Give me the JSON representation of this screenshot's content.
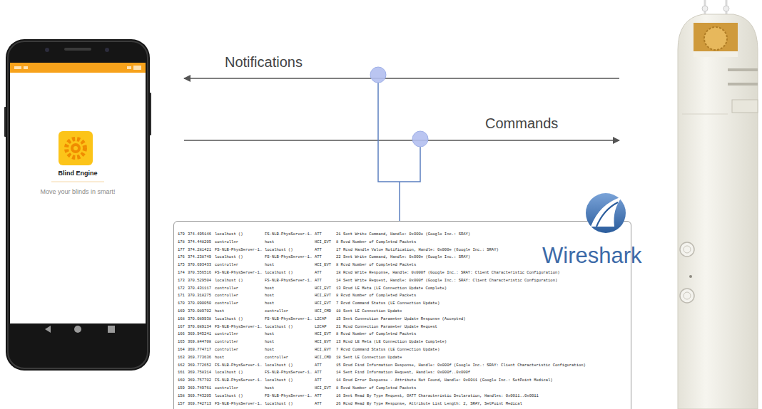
{
  "diagram": {
    "nodes": [
      {
        "text": [
          "Blind Engine",
          "Move your blinds in smart!"
        ]
      },
      {
        "text": [
          "179",
          "374.495146",
          "localhost ()",
          "FS-NLB-PhysServer-1…",
          "ATT",
          "21 Sent Write Command, Handle: 0x000e (Google Inc.: SRAY)",
          "178",
          "374.448205",
          "controller",
          "host",
          "HCI_EVT",
          "8 Rcvd Number of Completed Packets",
          "177",
          "374.281421",
          "FS-NLB-PhysServer-1…",
          "localhost ()",
          "ATT",
          "17 Rcvd Handle Value Notification, Handle: 0x000e (Google Inc.: SRAY)",
          "176",
          "374.238749",
          "localhost ()",
          "FS-NLB-PhysServer-1…",
          "ATT",
          "22 Sent Write Command, Handle: 0x000e (Google Inc.: SRAY)",
          "175",
          "370.693433",
          "controller",
          "host",
          "HCI_EVT",
          "8 Rcvd Number of Completed Packets",
          "174",
          "370.556516",
          "FS-NLB-PhysServer-1…",
          "localhost ()",
          "ATT",
          "18 Rcvd Write Response, Handle: 0x000f (Google Inc.: SRAY: Client Characteristic Configuration)",
          "173",
          "370.529504",
          "localhost ()",
          "FS-NLB-PhysServer-1…",
          "ATT",
          "14 Sent Write Request, Handle: 0x000f (Google Inc.: SRAY: Client Characteristic Configuration)",
          "172",
          "370.431117",
          "controller",
          "host",
          "HCI_EVT",
          "13 Rcvd LE Meta (LE Connection Update Complete)",
          "171",
          "370.318275",
          "controller",
          "host",
          "HCI_EVT",
          "8 Rcvd Number of Completed Packets",
          "170",
          "370.090050",
          "controller",
          "host",
          "HCI_EVT",
          "7 Rcvd Command Status (LE Connection Update)",
          "169",
          "370.089702",
          "host",
          "controller",
          "HCI_CMD",
          "18 Sent LE Connection Update",
          "168",
          "370.089938",
          "localhost ()",
          "FS-NLB-PhysServer-1…",
          "L2CAP",
          "15 Sent Connection Parameter Update Response (Accepted)",
          "167",
          "370.089134",
          "FS-NLB-PhysServer-1…",
          "localhost ()",
          "L2CAP",
          "21 Rcvd Connection Parameter Update Request",
          "166",
          "369.945241",
          "controller",
          "host",
          "HCI_EVT",
          "8 Rcvd Number of Completed Packets",
          "165",
          "369.844708",
          "controller",
          "host",
          "HCI_EVT",
          "13 Rcvd LE Meta (LE Connection Update Complete)",
          "164",
          "369.774717",
          "controller",
          "host",
          "HCI_EVT",
          "7 Rcvd Command Status (LE Connection Update)",
          "163",
          "369.773636",
          "host",
          "controller",
          "HCI_CMD",
          "18 Sent LE Connection Update",
          "162",
          "369.772652",
          "FS-NLB-PhysServer-1…",
          "localhost ()",
          "ATT",
          "15 Rcvd Find Information Response, Handle: 0x000f (Google Inc.: SRAY: Client Characteristic Configuration)",
          "161",
          "369.758314",
          "localhost ()",
          "FS-NLB-PhysServer-1…",
          "ATT",
          "14 Sent Find Information Request, Handles: 0x000f..0x000f",
          "160",
          "369.757702",
          "FS-NLB-PhysServer-1…",
          "localhost ()",
          "ATT",
          "14 Rcvd Error Response - Attribute Not Found, Handle: 0x0011 (Google Inc.: SetPoint Medical)",
          "159",
          "369.749761",
          "controller",
          "host",
          "HCI_EVT",
          "8 Rcvd Number of Completed Packets",
          "158",
          "369.743205",
          "localhost ()",
          "FS-NLB-PhysServer-1…",
          "ATT",
          "16 Sent Read By Type Request, GATT Characteristic Declaration, Handles: 0x0011..0x0011",
          "157",
          "369.742713",
          "FS-NLB-PhysServer-1…",
          "localhost ()",
          "ATT",
          "26 Rcvd Read By Type Response, Attribute List Length: 2, SRAY, SetPoint Medical"
        ]
      }
    ],
    "labels": [
      "Notifications",
      "Commands",
      "Wireshark"
    ]
  }
}
